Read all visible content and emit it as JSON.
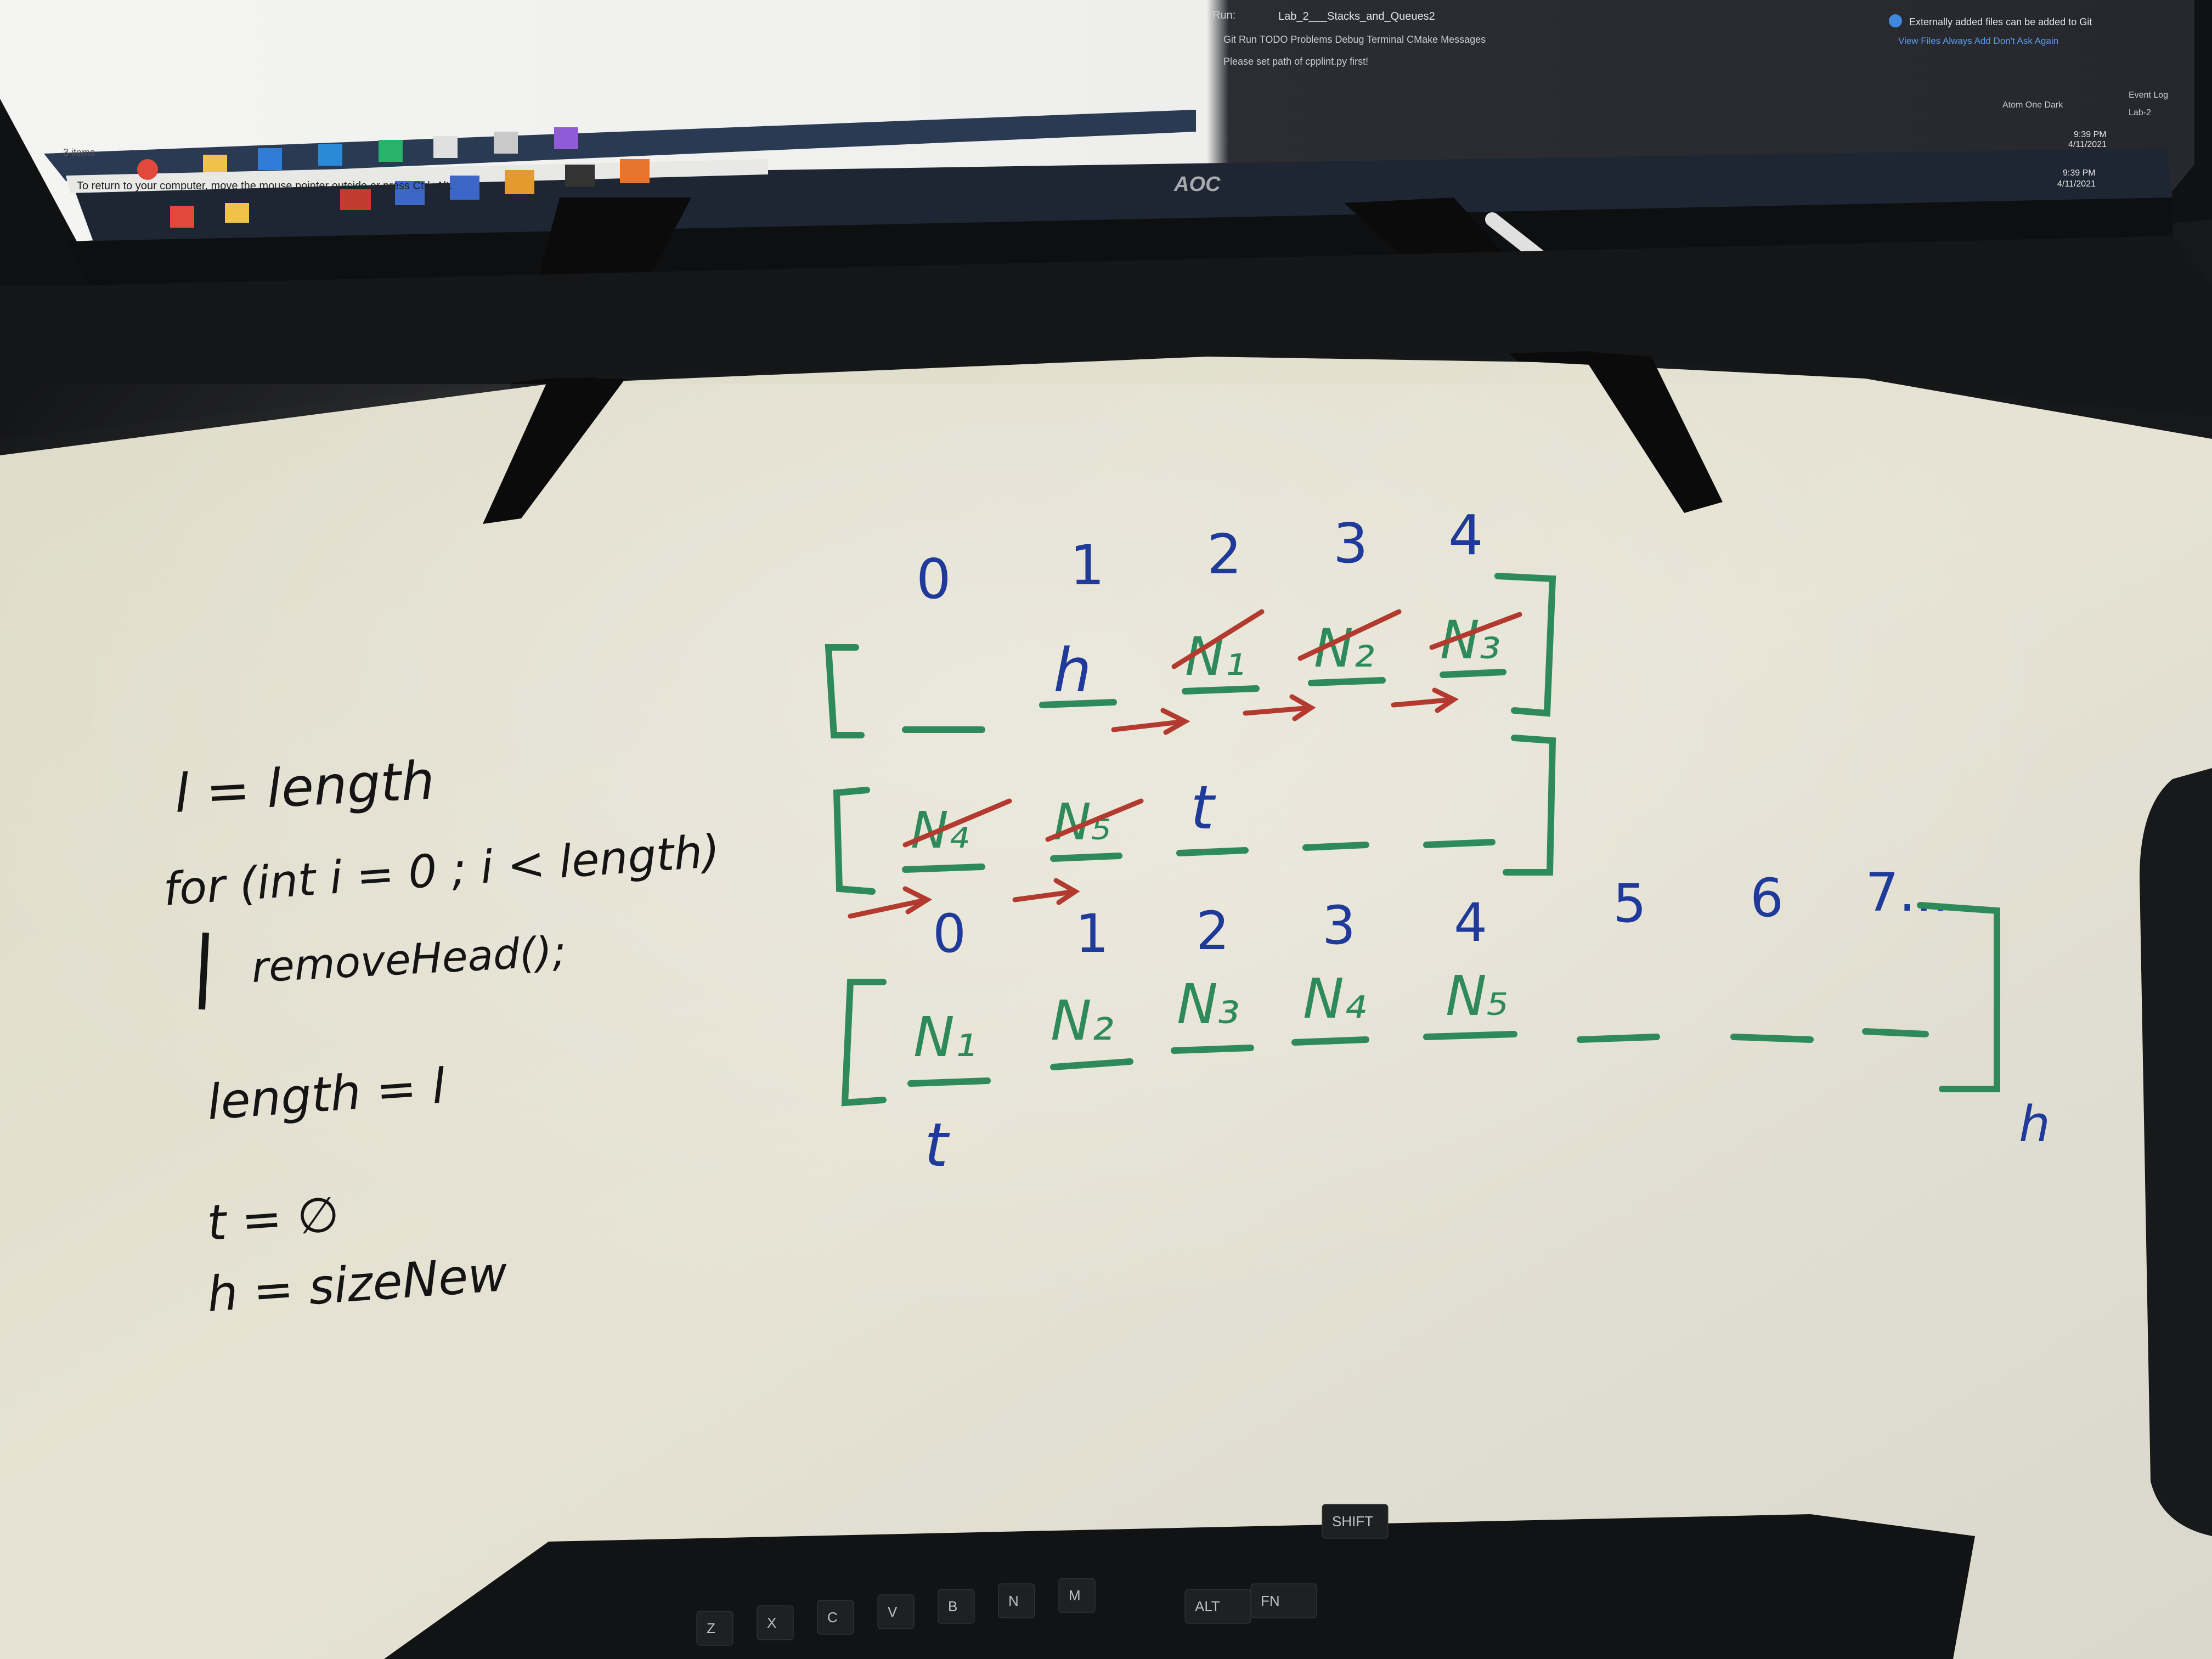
{
  "monitor": {
    "brand": "AOC",
    "ide": {
      "run_label": "Run:",
      "run_config": "Lab_2___Stacks_and_Queues2",
      "tool_tabs": [
        "Git",
        "Run",
        "TODO",
        "Problems",
        "Debug",
        "Terminal",
        "CMake",
        "Messages"
      ],
      "console_message": "Please set path of cpplint.py first!",
      "notification_text": "Externally added files can be added to Git",
      "notification_actions": [
        "View Files",
        "Always Add",
        "Don't Ask Again"
      ],
      "event_log": "Event Log",
      "theme": "Atom One Dark",
      "branch": "Lab-2"
    },
    "items_count": "3 items",
    "remote_banner": "To return to your computer, move the mouse pointer outside or press Ctrl+Alt.",
    "remote_clock": {
      "time": "9:39 PM",
      "date": "4/11/2021"
    },
    "local_clock": {
      "time": "9:39 PM",
      "date": "4/11/2021"
    }
  },
  "whiteboard": {
    "notes": [
      "l = length",
      "for (int i = 0 ; i < length)",
      "removeHead();",
      "length = l",
      "t = ∅",
      "h = sizeNew"
    ],
    "old_array": {
      "indices": [
        "0",
        "1",
        "2",
        "3",
        "4"
      ],
      "row1": [
        "h",
        "N₁",
        "N₂",
        "N₃"
      ],
      "row2": [
        "N₄",
        "N₅",
        "t"
      ]
    },
    "new_array": {
      "indices": [
        "0",
        "1",
        "2",
        "3",
        "4",
        "5",
        "6",
        "7..."
      ],
      "slots": [
        "N₁",
        "N₂",
        "N₃",
        "N₄",
        "N₅"
      ],
      "tail_marker": "t",
      "head_marker": "h"
    }
  },
  "keyboard": {
    "keys": [
      "Z",
      "X",
      "C",
      "V",
      "B",
      "N",
      "M",
      "SHIFT",
      "ALT",
      "FN"
    ]
  },
  "colors": {
    "board": "#e5e2d3",
    "green_marker": "#2e8a5a",
    "blue_marker": "#1f3a9a",
    "red_marker": "#b33a2e",
    "black_marker": "#141414"
  }
}
